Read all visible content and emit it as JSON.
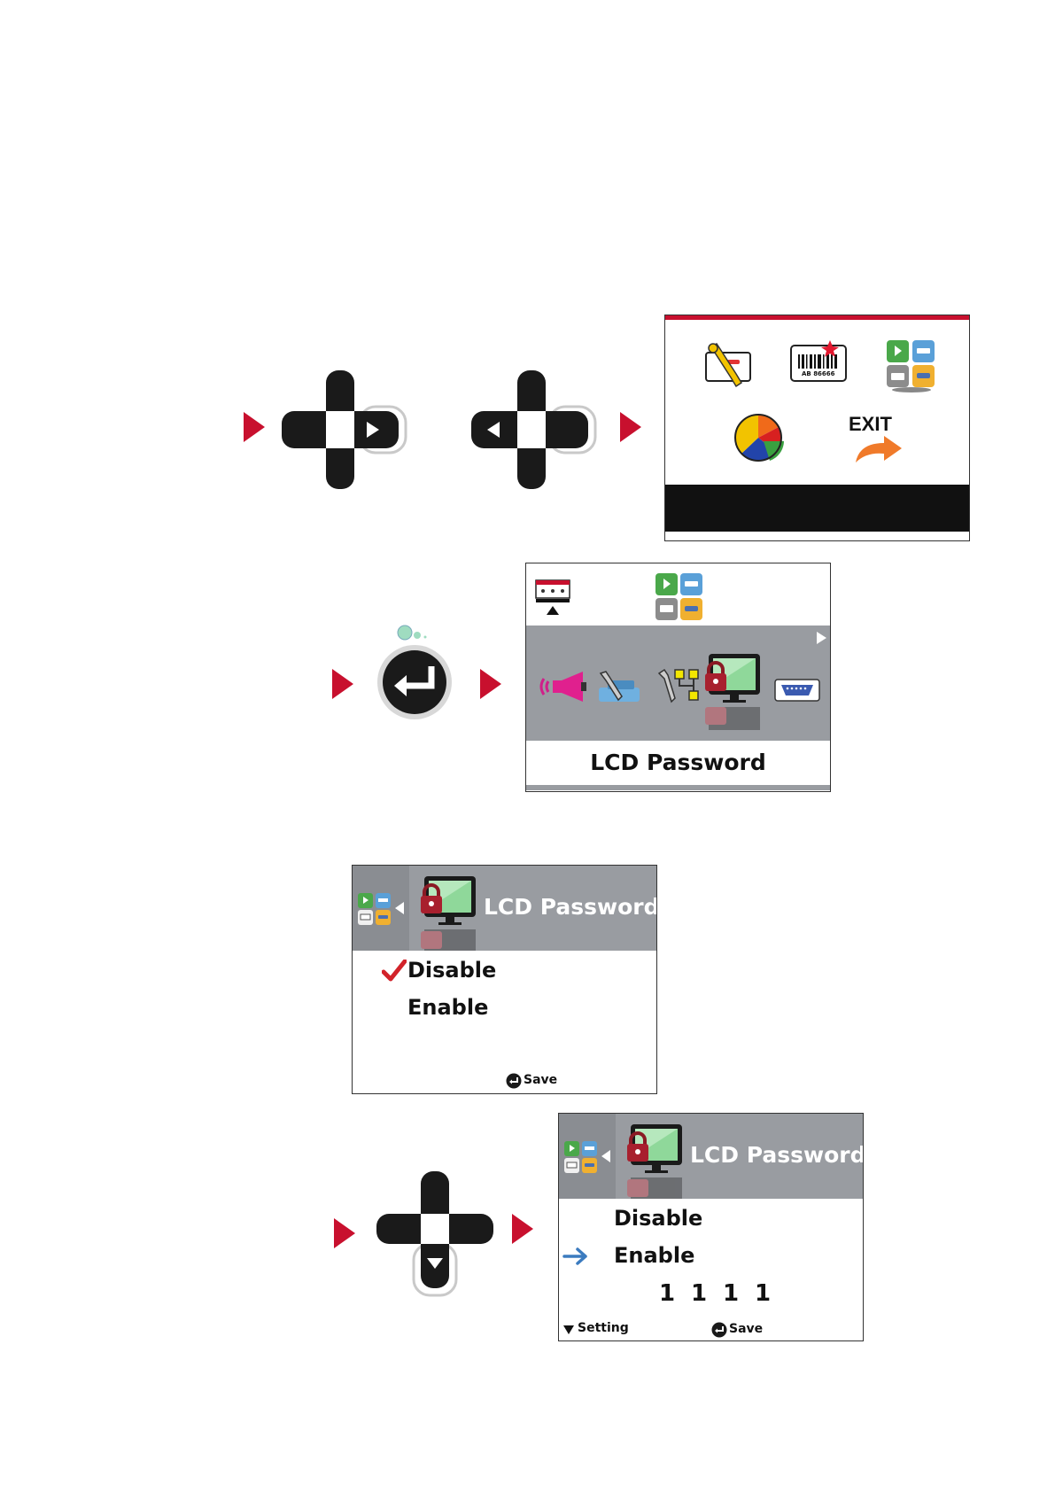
{
  "main_menu": {
    "exit_label": "EXIT",
    "barcode_text": "AB 86666"
  },
  "submenu": {
    "selected_label": "LCD Password"
  },
  "lcd_password_default": {
    "title": "LCD Password",
    "options": [
      "Disable",
      "Enable"
    ],
    "selected_index": 0,
    "footer_save": "Save"
  },
  "lcd_password_enable": {
    "title": "LCD Password",
    "options": [
      "Disable",
      "Enable"
    ],
    "selected_index": 1,
    "password_digits": [
      "1",
      "1",
      "1",
      "1"
    ],
    "footer_setting": "Setting",
    "footer_save": "Save"
  },
  "colors": {
    "accent_red": "#c8102e",
    "panel_grey": "#999ca1",
    "check_red": "#d2232a",
    "arrow_blue": "#3b7bbf",
    "dpad_black": "#1a1a1a"
  }
}
